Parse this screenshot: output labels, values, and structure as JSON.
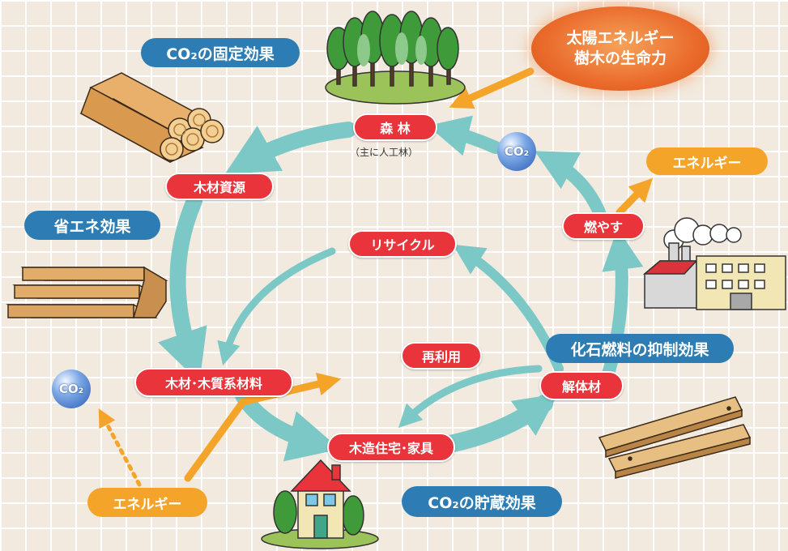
{
  "nodes": {
    "forest": "森 林",
    "forest_sub": "（主に人工林）",
    "wood_resource": "木材資源",
    "wood_material": "木材･木質系材料",
    "house_furniture": "木造住宅･家具",
    "demolition": "解体材",
    "burn": "燃やす",
    "recycle": "リサイクル",
    "reuse": "再利用"
  },
  "effects": {
    "fixation": "CO₂の固定効果",
    "energy_saving": "省エネ効果",
    "fossil_fuel": "化石燃料の抑制効果",
    "storage": "CO₂の貯蔵効果"
  },
  "energy": {
    "sun_line1": "太陽エネルギー",
    "sun_line2": "樹木の生命力",
    "output": "エネルギー",
    "input": "エネルギー"
  },
  "co2_label": "CO₂",
  "colors": {
    "cycle_arrow": "#7cc8c6",
    "energy_arrow": "#f5a42a",
    "node_red": "#e8343a",
    "effect_blue": "#2d7db4",
    "sun_orange": "#ea6b2c"
  }
}
